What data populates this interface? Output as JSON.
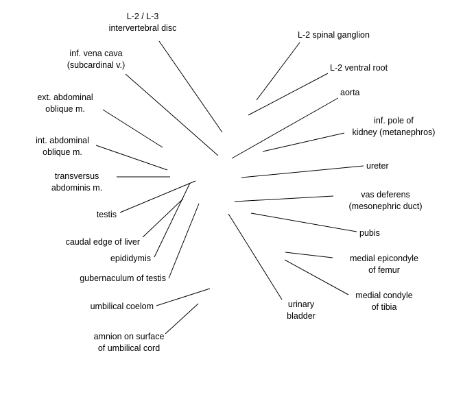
{
  "labels": {
    "disc": [
      "L-2 / L-3",
      "intervertebral disc"
    ],
    "ivc": [
      "inf. vena cava",
      "(subcardinal v.)"
    ],
    "ext_oblique": [
      "ext. abdominal",
      "oblique m."
    ],
    "int_oblique": [
      "int. abdominal",
      "oblique m."
    ],
    "transversus": [
      "transversus",
      "abdominis m."
    ],
    "testis": "testis",
    "liver": "caudal edge of liver",
    "epididymis": "epididymis",
    "gubernaculum": "gubernaculum of testis",
    "umbilical_coelom": "umbilical coelom",
    "amnion": [
      "amnion on surface",
      "of umbilical cord"
    ],
    "spinal_ganglion": "L-2 spinal ganglion",
    "ventral_root": "L-2 ventral root",
    "aorta": "aorta",
    "kidney": [
      "inf. pole of",
      "kidney (metanephros)"
    ],
    "ureter": "ureter",
    "vas_deferens": [
      "vas deferens",
      "(mesonephric duct)"
    ],
    "pubis": "pubis",
    "femur": [
      "medial epicondyle",
      "of femur"
    ],
    "tibia": [
      "medial condyle",
      "of tibia"
    ],
    "bladder": [
      "urinary",
      "bladder"
    ]
  }
}
